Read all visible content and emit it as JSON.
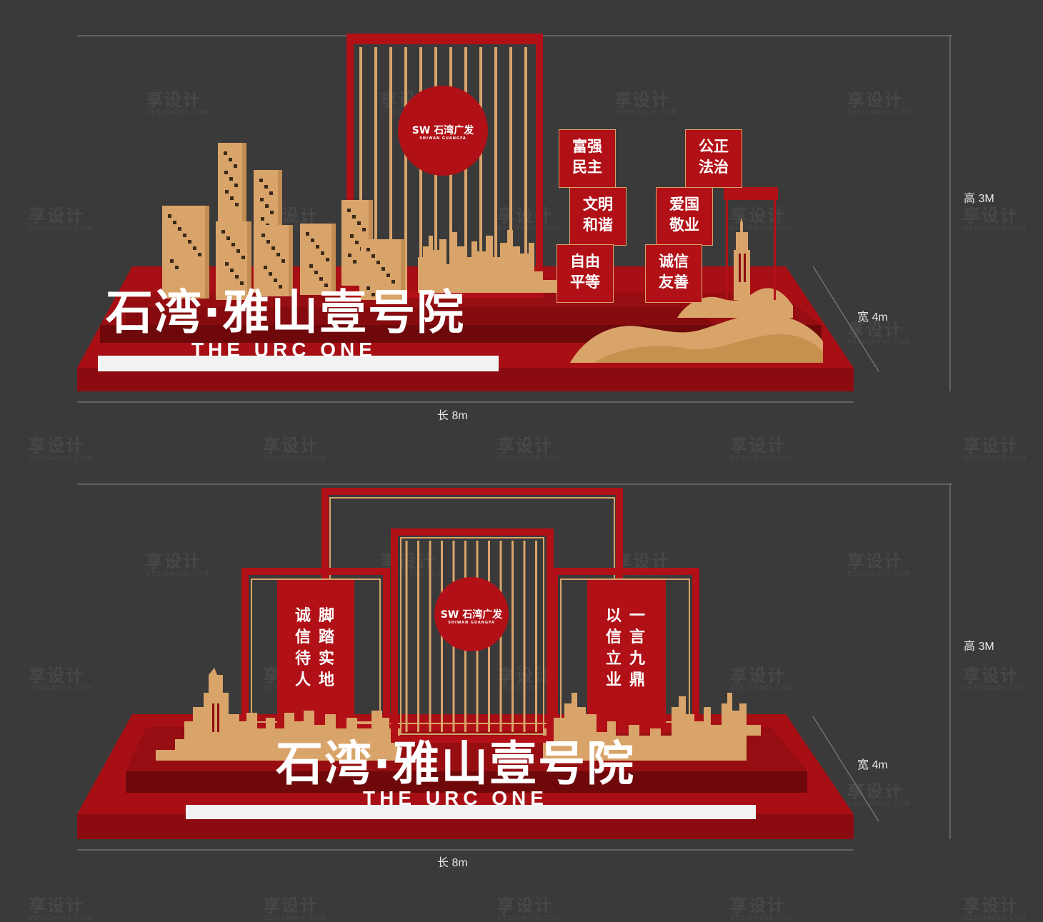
{
  "watermark": {
    "main": "享设计",
    "sub": "DESIGN006.COM"
  },
  "logo": {
    "mark": "SW",
    "name": "石湾广发",
    "sub": "SHIWAN GUANGFA"
  },
  "top": {
    "title": "石湾·雅山壹号院",
    "subtitle": "THE URC ONE",
    "values": [
      "富强民主",
      "公正法治",
      "文明和谐",
      "爱国敬业",
      "自由平等",
      "诚信友善"
    ],
    "dimensions": {
      "height": "高 3M",
      "width": "宽 4m",
      "length": "长 8m"
    }
  },
  "bottom": {
    "title": "石湾·雅山壹号院",
    "subtitle": "THE URC ONE",
    "left_banner": [
      "诚信待人",
      "脚踏实地"
    ],
    "right_banner": [
      "以信立业",
      "一言九鼎"
    ],
    "dimensions": {
      "height": "高 3M",
      "width": "宽 4m",
      "length": "长 8m"
    }
  },
  "colors": {
    "background": "#3a3a3a",
    "red": "#b11016",
    "dark_red": "#7a0a0d",
    "gold": "#d9a46a"
  }
}
